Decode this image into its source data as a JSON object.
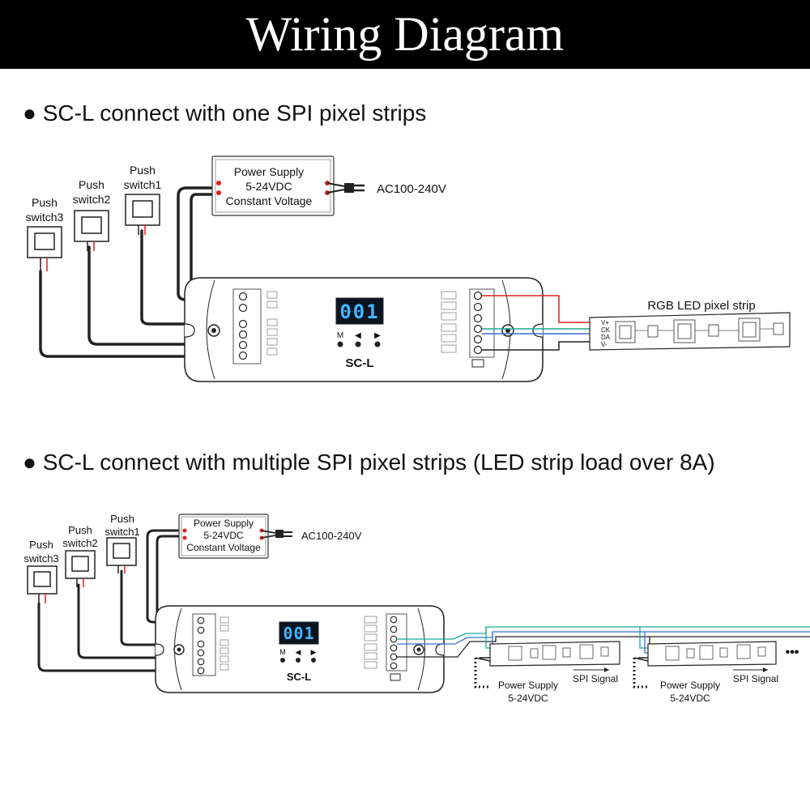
{
  "header": {
    "title": "Wiring Diagram"
  },
  "section1": {
    "title": "● SC-L connect with one SPI pixel strips",
    "switches": [
      {
        "line1": "Push",
        "line2": "switch3"
      },
      {
        "line1": "Push",
        "line2": "switch2"
      },
      {
        "line1": "Push",
        "line2": "switch1"
      }
    ],
    "power_supply": {
      "line1": "Power Supply",
      "line2": "5-24VDC",
      "line3": "Constant Voltage"
    },
    "ac_label": "AC100-240V",
    "controller": {
      "display": "001",
      "mode_key": "M",
      "left_key": "◀",
      "right_key": "▶",
      "model": "SC-L"
    },
    "strip_label": "RGB LED pixel strip",
    "strip_pins": [
      "V+",
      "CK",
      "DA",
      "V-"
    ]
  },
  "section2": {
    "title": "● SC-L connect with multiple SPI pixel strips (LED strip load over 8A)",
    "switches": [
      {
        "line1": "Push",
        "line2": "switch3"
      },
      {
        "line1": "Push",
        "line2": "switch2"
      },
      {
        "line1": "Push",
        "line2": "switch1"
      }
    ],
    "power_supply": {
      "line1": "Power Supply",
      "line2": "5-24VDC",
      "line3": "Constant Voltage"
    },
    "ac_label": "AC100-240V",
    "controller": {
      "display": "001",
      "mode_key": "M",
      "left_key": "◀",
      "right_key": "▶",
      "model": "SC-L"
    },
    "strip_groups": [
      {
        "ps_line1": "Power Supply",
        "ps_line2": "5-24VDC",
        "signal": "SPI Signal"
      },
      {
        "ps_line1": "Power Supply",
        "ps_line2": "5-24VDC",
        "signal": "SPI Signal"
      }
    ],
    "continuation": "•••"
  },
  "colors": {
    "wire_red": "#e02020",
    "wire_blue": "#3a6fd8",
    "wire_teal": "#19a89a",
    "display_digits": "#44b4ff"
  }
}
